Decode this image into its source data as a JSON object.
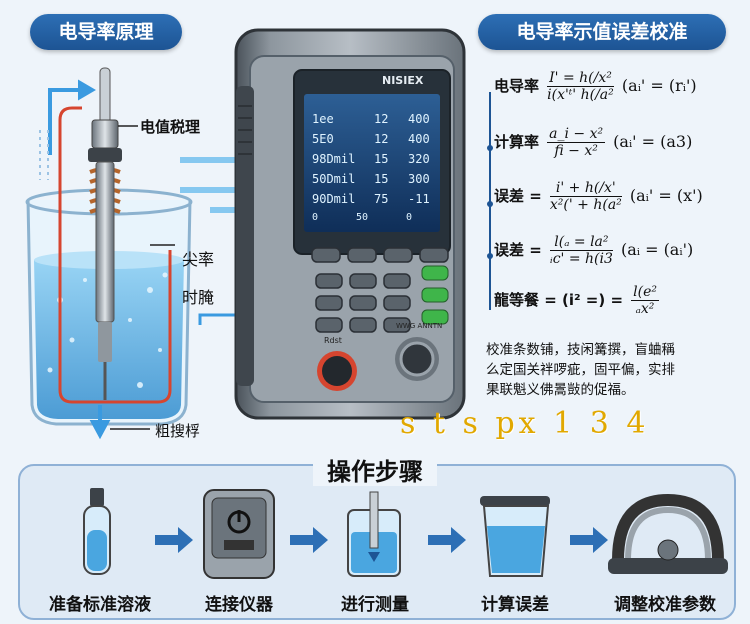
{
  "left_title": "电导率原理",
  "right_title": "电导率示值误差校准",
  "probe_label": "电值税理",
  "side_label_1": "尖率",
  "side_label_2": "时腌",
  "bottom_label": "粗搜桴",
  "device_brand": "NISIEX",
  "screen": {
    "rows": [
      {
        "a": "1ee",
        "b": "12",
        "c": "400"
      },
      {
        "a": "5E0",
        "b": "12",
        "c": "400"
      },
      {
        "a": "98Dmil",
        "b": "15",
        "c": "320"
      },
      {
        "a": "50Dmil",
        "b": "15",
        "c": "300"
      },
      {
        "a": "90Dmil",
        "b": "75",
        "c": "-11"
      }
    ],
    "footer": [
      "0",
      "50",
      "0"
    ]
  },
  "knob_left_label": "Rdst",
  "knob_right_label": "WWG ANNTN",
  "formulas": [
    {
      "label": "电导率",
      "num": "I' = h(/x²",
      "den": "i(x'ᵗ' h(/a²",
      "tail": "(aᵢ' = (rᵢ')"
    },
    {
      "label": "计算率",
      "num": "a_i − x²",
      "den": "fi − x²",
      "tail": "(aᵢ' = (a3)"
    },
    {
      "label": "误差 =",
      "num": "i' + h(/x'",
      "den": "x²(' + h(a²",
      "tail": "(aᵢ' = (x')"
    },
    {
      "label": "误差 =",
      "num": "l(ₐ = la²",
      "den": "ᵢc' = h(i3",
      "tail": "(aᵢ = (aᵢ')"
    },
    {
      "label": "龍等餐 = (i² =) =",
      "num": "l(e²",
      "den": "ₐx²",
      "tail": ""
    }
  ],
  "description": [
    "校准条数铺，技闲篝撰，盲蛐稱",
    "么定国关袢啰疵，固平偏，实排",
    "果联魁义佛暠敱的促福。"
  ],
  "watermark": "s t s px 1 3 4",
  "steps_title": "操作步骤",
  "steps": [
    "准备标准溶液",
    "连接仪器",
    "进行测量",
    "计算误差",
    "调整校准参数"
  ],
  "colors": {
    "accent_blue": "#1d5494",
    "solution_blue": "#5fb4e8",
    "heater_red": "#d6452f",
    "arrow_blue": "#3a9ae0",
    "watermark": "#e1a800"
  }
}
